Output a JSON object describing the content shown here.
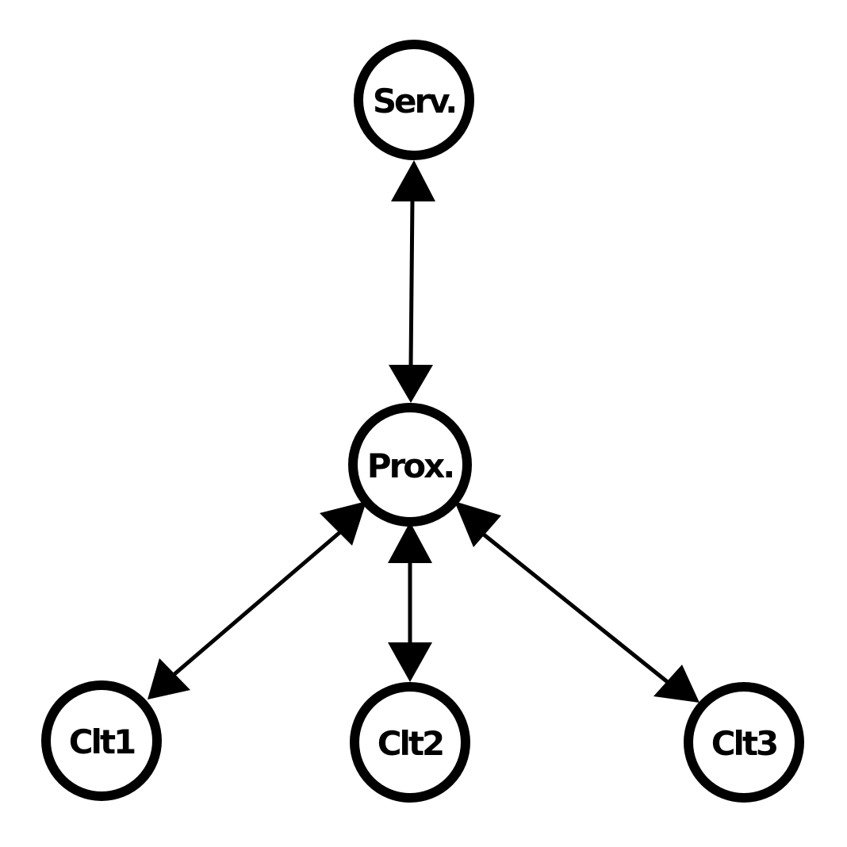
{
  "colors": {
    "background": "#ffffff",
    "stroke": "#000000",
    "text": "#000000"
  },
  "nodes": {
    "server": {
      "label": "Serv."
    },
    "proxy": {
      "label": "Prox."
    },
    "client1": {
      "label": "Clt1"
    },
    "client2": {
      "label": "Clt2"
    },
    "client3": {
      "label": "Clt3"
    }
  },
  "edges": [
    {
      "from": "server",
      "to": "proxy",
      "bidirectional": true
    },
    {
      "from": "proxy",
      "to": "client1",
      "bidirectional": true
    },
    {
      "from": "proxy",
      "to": "client2",
      "bidirectional": true
    },
    {
      "from": "proxy",
      "to": "client3",
      "bidirectional": true
    }
  ]
}
